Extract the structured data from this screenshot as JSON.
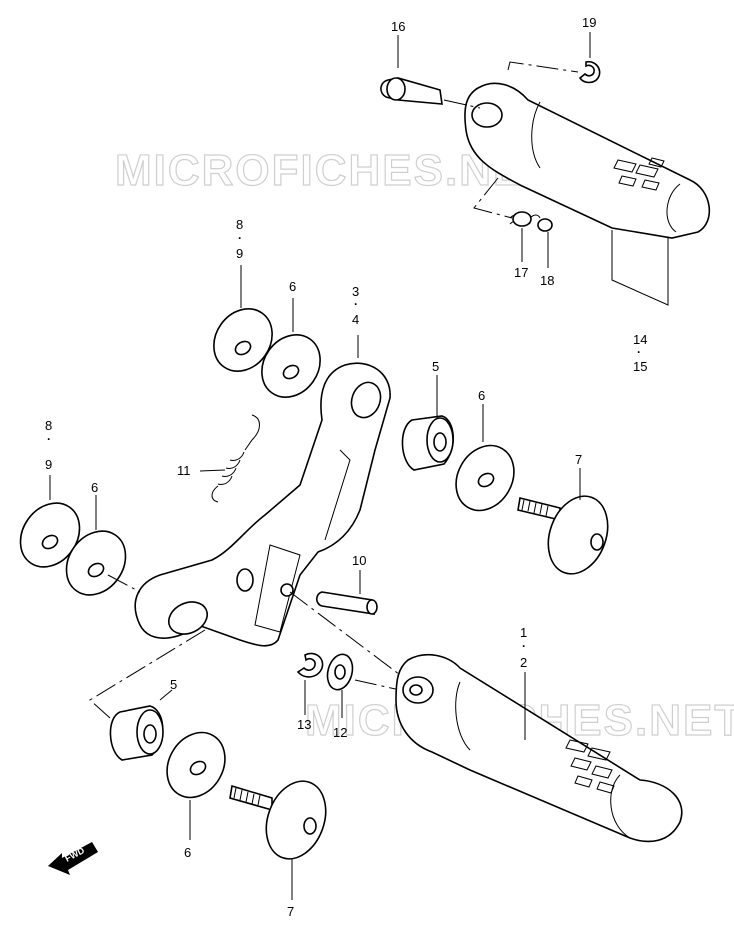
{
  "watermark": "MICROFICHES.NET",
  "fwd_label": "FWD",
  "callouts": {
    "c1": "1",
    "c2": "2",
    "c3": "3",
    "c4": "4",
    "c5a": "5",
    "c5b": "5",
    "c6a": "6",
    "c6b": "6",
    "c6c": "6",
    "c6d": "6",
    "c7a": "7",
    "c7b": "7",
    "c8a": "8",
    "c9a": "9",
    "c8b": "8",
    "c9b": "9",
    "c10": "10",
    "c11": "11",
    "c12": "12",
    "c13": "13",
    "c14": "14",
    "c15": "15",
    "c16": "16",
    "c17": "17",
    "c18": "18",
    "c19": "19"
  }
}
